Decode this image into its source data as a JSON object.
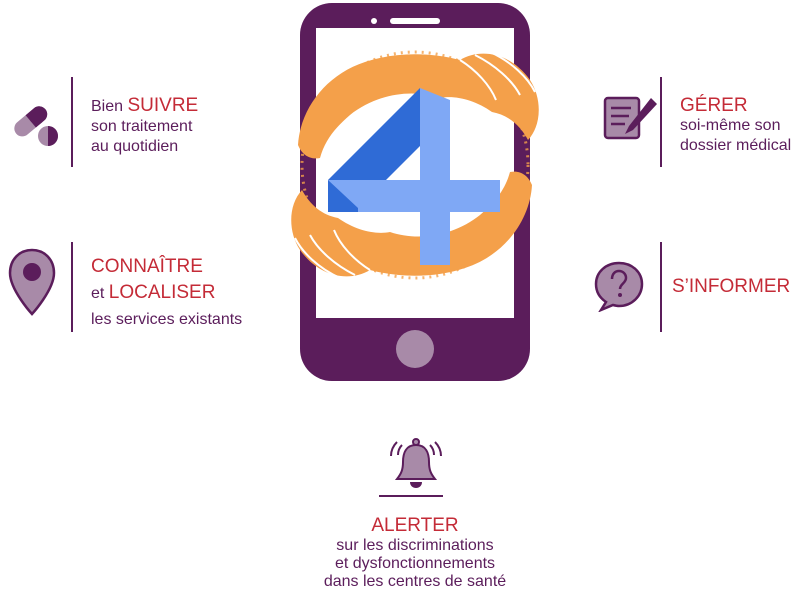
{
  "colors": {
    "purple": "#5b1d5b",
    "light_purple": "#a88aa8",
    "red": "#c42b37",
    "orange": "#f4a04a",
    "blue_dark": "#2f6bd6",
    "blue_light": "#7fa8f5"
  },
  "features": {
    "suivre": {
      "prefix": "Bien ",
      "highlight": "SUIVRE",
      "line2": "son traitement",
      "line3": "au quotidien",
      "icon": "pill-icon"
    },
    "gerer": {
      "highlight": "GÉRER",
      "line2": "soi-même son",
      "line3": "dossier médical",
      "icon": "medical-record-icon"
    },
    "connaitre": {
      "highlight1": "CONNAÎTRE",
      "connector": "et ",
      "highlight2": "LOCALISER",
      "line3": "les services existants",
      "icon": "location-pin-icon"
    },
    "informer": {
      "highlight": "S’INFORMER",
      "icon": "question-bubble-icon"
    },
    "alerter": {
      "highlight": "ALERTER",
      "line2": "sur les discriminations",
      "line3": "et dysfonctionnements",
      "line4": "dans les centres de santé",
      "icon": "bell-icon"
    }
  },
  "logo": {
    "text": "4",
    "icon": "hands-logo-icon"
  }
}
